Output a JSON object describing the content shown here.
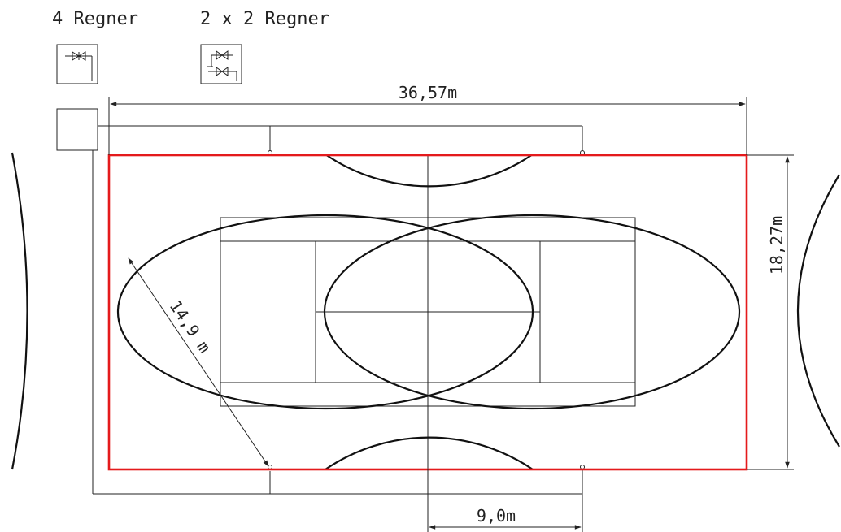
{
  "legend": {
    "four_sprinklers_label": "4 Regner",
    "two_by_two_sprinklers_label": "2 x 2 Regner",
    "four_sprinklers_icon": "sprinkler-valve-single-icon",
    "two_by_two_sprinklers_icon": "sprinkler-valve-double-icon"
  },
  "dimensions": {
    "total_length": "36,57m",
    "total_width": "18,27m",
    "spray_radius": "14,9 m",
    "sprinkler_offset": "9,0m"
  },
  "colors": {
    "field_outline": "#e41a1c",
    "line": "#222222"
  }
}
